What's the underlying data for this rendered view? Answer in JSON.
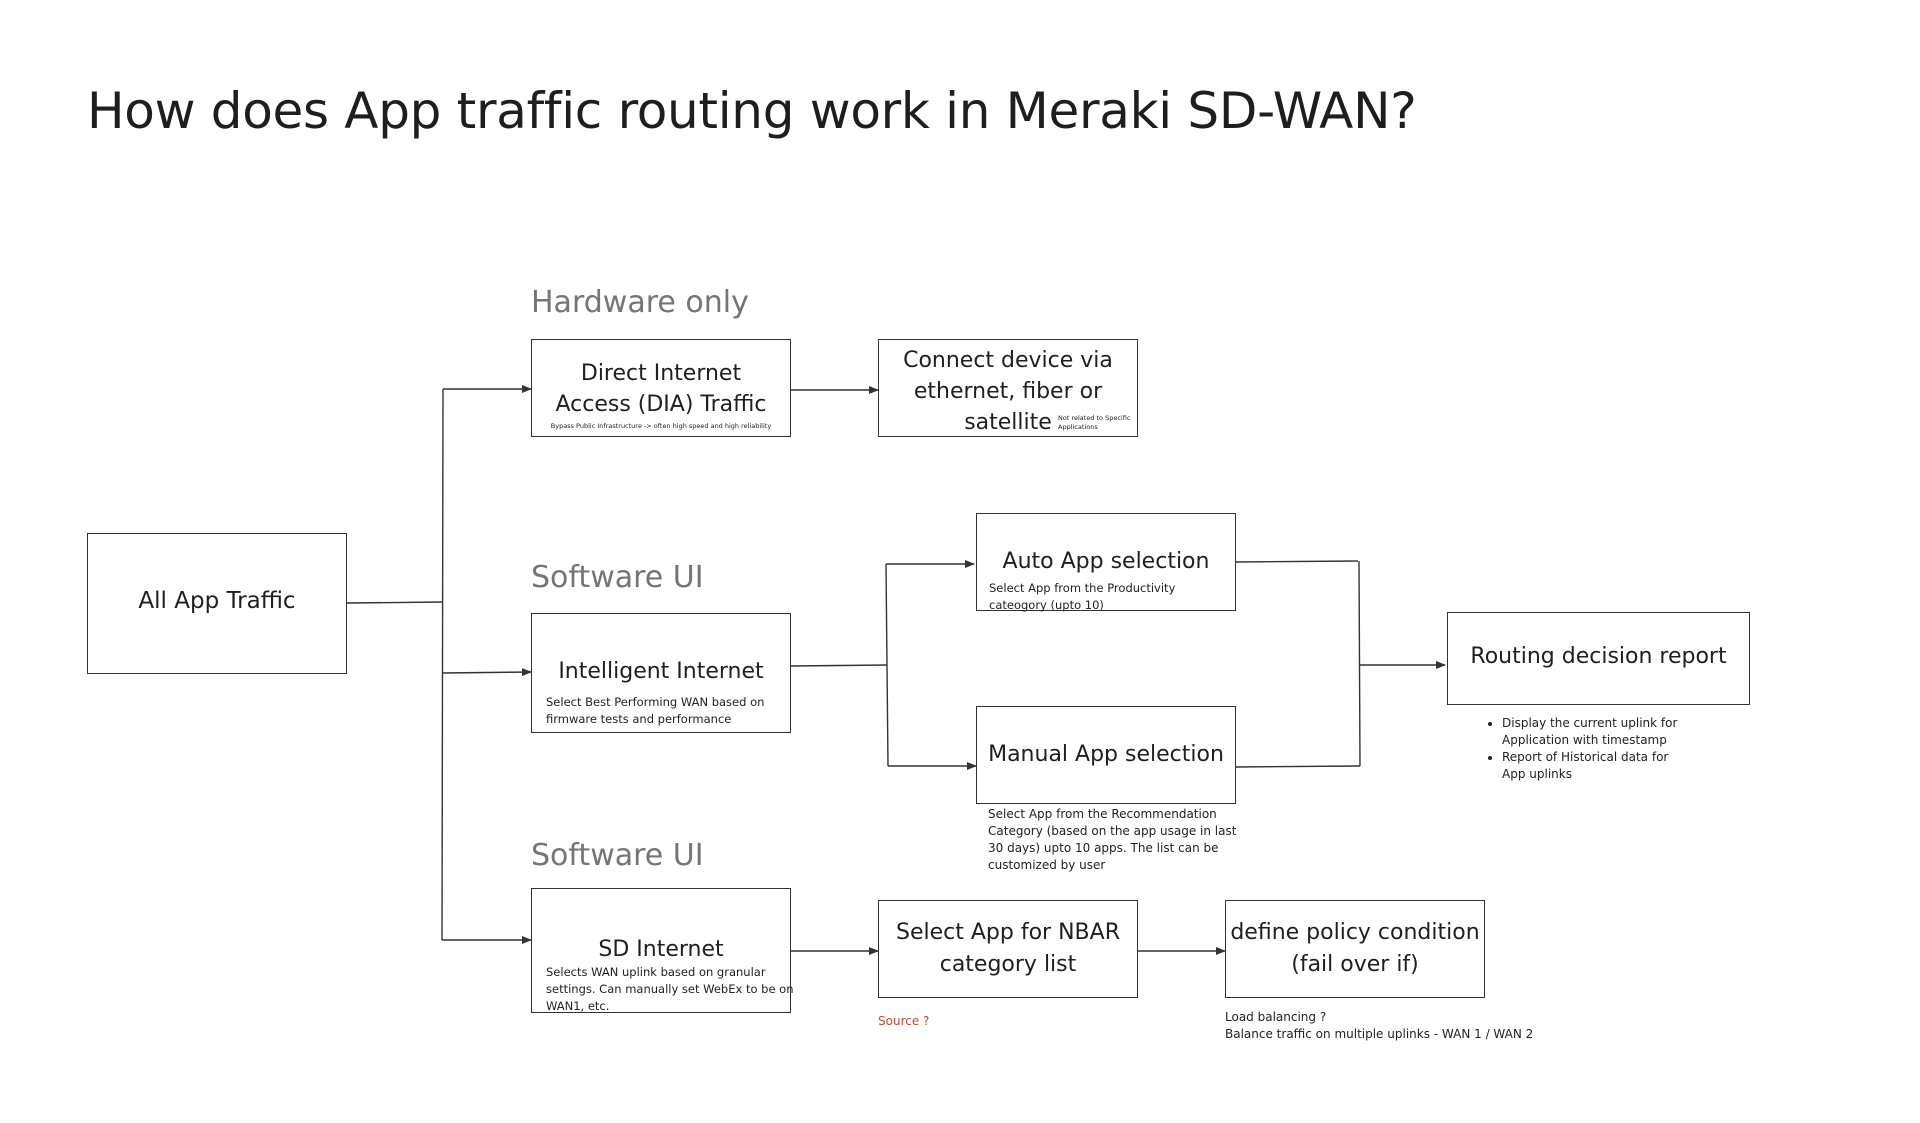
{
  "title": "How does App traffic routing work in Meraki SD-WAN?",
  "sections": {
    "hardware": "Hardware only",
    "software1": "Software UI",
    "software2": "Software UI"
  },
  "nodes": {
    "all_traffic": {
      "label": "All App Traffic"
    },
    "dia": {
      "label_line1": "Direct Internet",
      "label_line2": "Access (DIA) Traffic",
      "sub": "Bypass Public Infrastructure -> often high speed and high reliability"
    },
    "connect": {
      "label_line1": "Connect device via",
      "label_line2": "ethernet, fiber or",
      "label_line3": "satellite",
      "sub_line1": "Not related to Specific",
      "sub_line2": "Applications"
    },
    "intelligent": {
      "label": "Intelligent Internet",
      "sub_line1": "Select Best Performing WAN based on",
      "sub_line2": "firmware tests and performance"
    },
    "auto_app": {
      "label": "Auto App selection",
      "sub_line1": "Select App from the Productivity",
      "sub_line2": "cateogory (upto 10)"
    },
    "manual_app": {
      "label": "Manual App selection"
    },
    "routing": {
      "label": "Routing decision report"
    },
    "sd_internet": {
      "label": "SD Internet",
      "sub_line1": "Selects WAN uplink based on granular",
      "sub_line2": "settings. Can manually set WebEx to be on",
      "sub_line3": "WAN1, etc."
    },
    "nbar": {
      "label_line1": "Select App for NBAR",
      "label_line2": "category list"
    },
    "policy": {
      "label_line1": "define policy condition",
      "label_line2": "(fail over if)"
    }
  },
  "notes": {
    "manual_app": [
      "Select App from the Recommendation",
      "Category (based on the app usage in last",
      "30 days) upto 10 apps. The list can be",
      "customized by user"
    ],
    "routing": [
      "Display the current uplink for Application with timestamp",
      "Report of Historical data for App uplinks"
    ],
    "nbar_source": "Source ?",
    "policy": [
      "Load balancing ?",
      "Balance traffic on multiple uplinks - WAN 1 / WAN 2"
    ]
  },
  "colors": {
    "stroke": "#333333",
    "section_label": "#757575",
    "source_note": "#c0492b"
  }
}
